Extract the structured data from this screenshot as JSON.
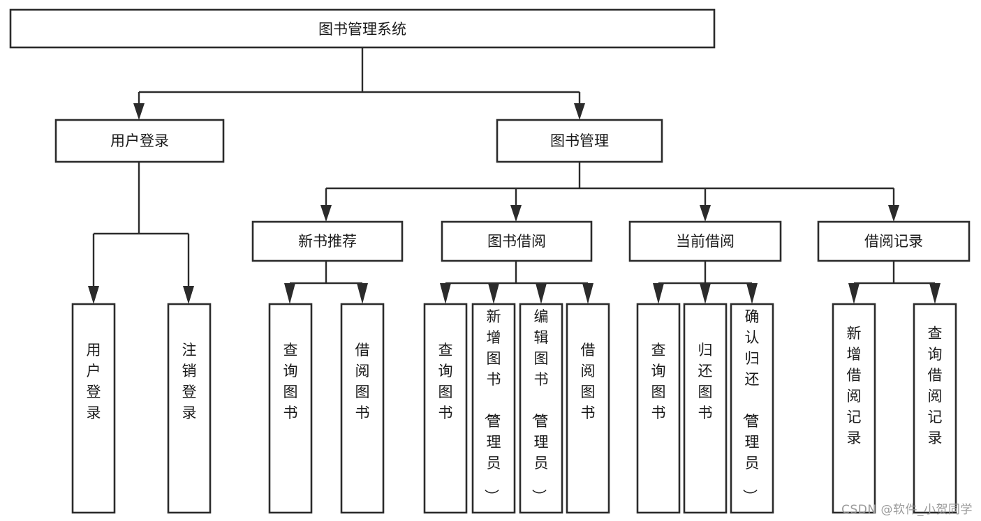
{
  "diagram": {
    "title": "图书管理系统",
    "watermark": "CSDN @软件_小贺同学",
    "root": {
      "label": "图书管理系统"
    },
    "level2": [
      {
        "label": "用户登录"
      },
      {
        "label": "图书管理"
      }
    ],
    "level3": [
      {
        "label": "新书推荐"
      },
      {
        "label": "图书借阅"
      },
      {
        "label": "当前借阅"
      },
      {
        "label": "借阅记录"
      }
    ],
    "leaves": {
      "user_login": [
        {
          "label": "用户登录"
        },
        {
          "label": "注销登录"
        }
      ],
      "new_book_recommend": [
        {
          "label": "查询图书"
        },
        {
          "label": "借阅图书"
        }
      ],
      "book_borrow": [
        {
          "label": "查询图书"
        },
        {
          "label": "新增图书（管理员）"
        },
        {
          "label": "编辑图书（管理员）"
        },
        {
          "label": "借阅图书"
        }
      ],
      "current_borrow": [
        {
          "label": "查询图书"
        },
        {
          "label": "归还图书"
        },
        {
          "label": "确认归还（管理员）"
        }
      ],
      "borrow_record": [
        {
          "label": "新增借阅记录"
        },
        {
          "label": "查询借阅记录"
        }
      ]
    },
    "colors": {
      "stroke": "#2b2b2b",
      "fill": "#ffffff",
      "text": "#1b1b1b",
      "watermark": "#9a9a9a"
    }
  }
}
